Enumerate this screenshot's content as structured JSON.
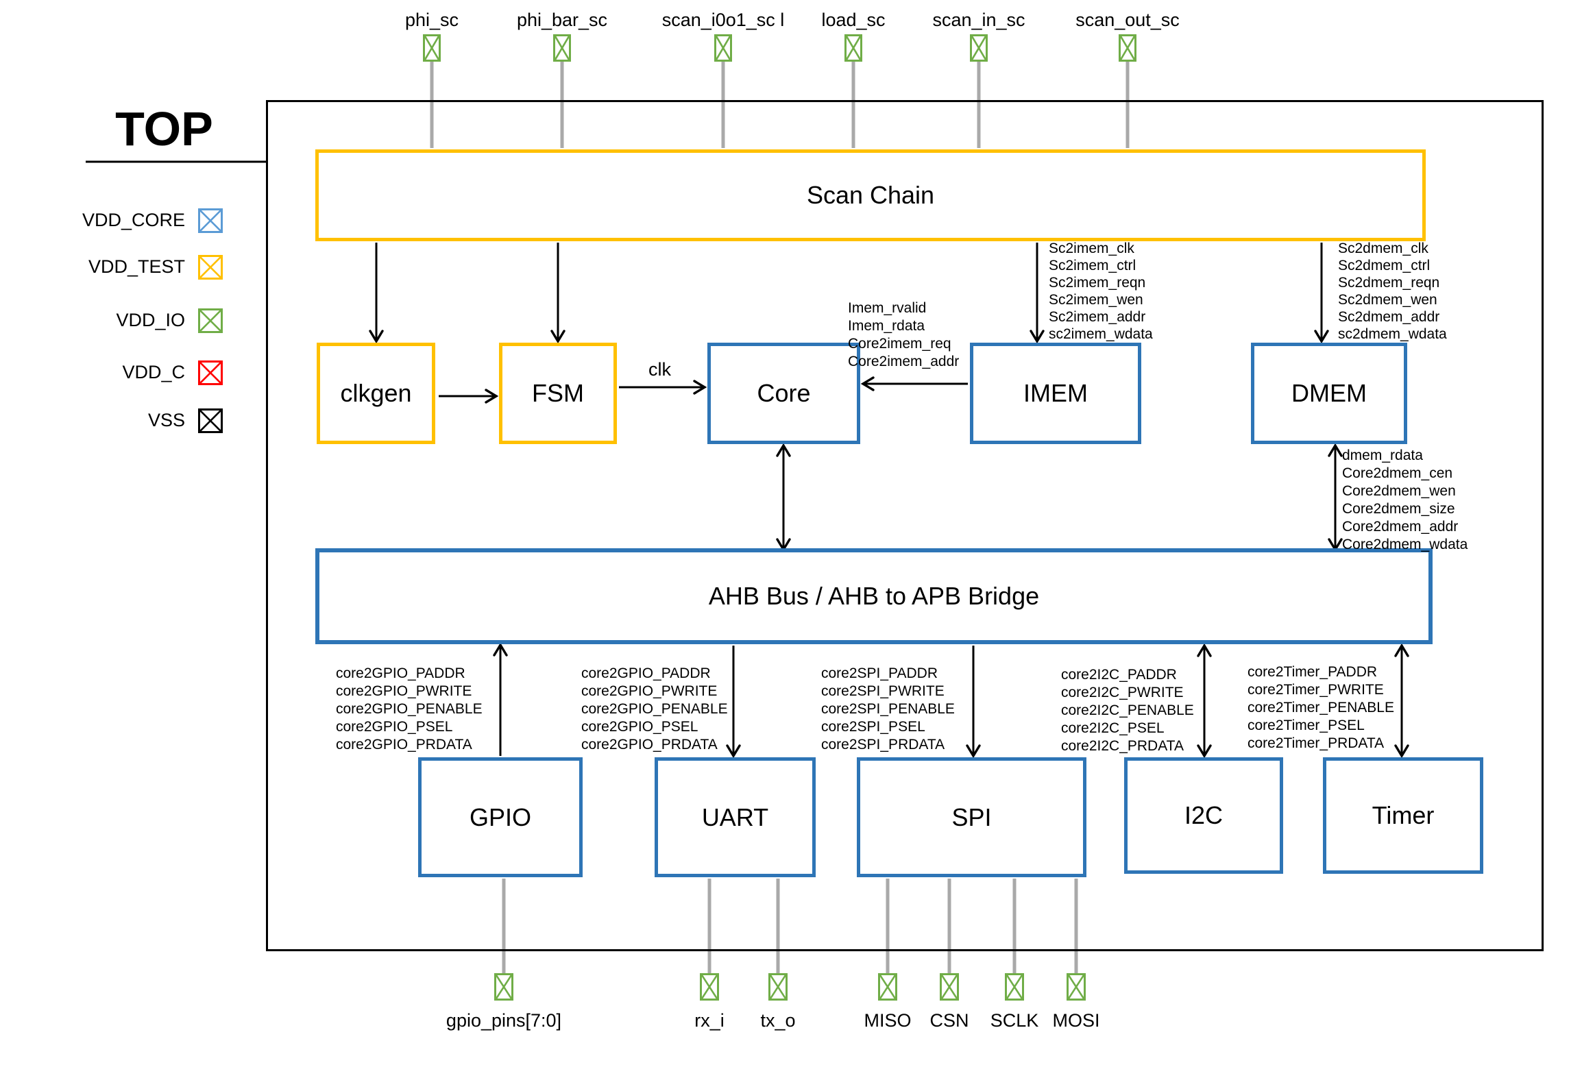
{
  "page": {
    "title": "TOP"
  },
  "legend": {
    "items": [
      {
        "label": "VDD_CORE",
        "color": "#5B9BD5"
      },
      {
        "label": "VDD_TEST",
        "color": "#FFC000"
      },
      {
        "label": "VDD_IO",
        "color": "#70AD47"
      },
      {
        "label": "VDD_C",
        "color": "#FF0000"
      },
      {
        "label": "VSS",
        "color": "#000000"
      }
    ]
  },
  "top_pins": [
    "phi_sc",
    "phi_bar_sc",
    "scan_i0o1_sc l",
    "load_sc",
    "scan_in_sc",
    "scan_out_sc"
  ],
  "bottom_pins": [
    "gpio_pins[7:0]",
    "rx_i",
    "tx_o",
    "MISO",
    "CSN",
    "SCLK",
    "MOSI"
  ],
  "blocks": {
    "scan_chain": "Scan Chain",
    "clkgen": "clkgen",
    "fsm": "FSM",
    "core": "Core",
    "imem": "IMEM",
    "dmem": "DMEM",
    "ahb": "AHB Bus / AHB to APB Bridge",
    "gpio": "GPIO",
    "uart": "UART",
    "spi": "SPI",
    "i2c": "I2C",
    "timer": "Timer"
  },
  "signals": {
    "clk": "clk",
    "sc2imem": [
      "Sc2imem_clk",
      "Sc2imem_ctrl",
      "Sc2imem_reqn",
      "Sc2imem_wen",
      "Sc2imem_addr",
      "sc2imem_wdata"
    ],
    "sc2dmem": [
      "Sc2dmem_clk",
      "Sc2dmem_ctrl",
      "Sc2dmem_reqn",
      "Sc2dmem_wen",
      "Sc2dmem_addr",
      "sc2dmem_wdata"
    ],
    "imem2core": [
      "Imem_rvalid",
      "Imem_rdata",
      "Core2imem_req",
      "Core2imem_addr"
    ],
    "core2dmem": [
      "dmem_rdata",
      "Core2dmem_cen",
      "Core2dmem_wen",
      "Core2dmem_size",
      "Core2dmem_addr",
      "Core2dmem_wdata"
    ],
    "core2gpio": [
      "core2GPIO_PADDR",
      "core2GPIO_PWRITE",
      "core2GPIO_PENABLE",
      "core2GPIO_PSEL",
      "core2GPIO_PRDATA"
    ],
    "core2uart": [
      "core2GPIO_PADDR",
      "core2GPIO_PWRITE",
      "core2GPIO_PENABLE",
      "core2GPIO_PSEL",
      "core2GPIO_PRDATA"
    ],
    "core2spi": [
      "core2SPI_PADDR",
      "core2SPI_PWRITE",
      "core2SPI_PENABLE",
      "core2SPI_PSEL",
      "core2SPI_PRDATA"
    ],
    "core2i2c": [
      "core2I2C_PADDR",
      "core2I2C_PWRITE",
      "core2I2C_PENABLE",
      "core2I2C_PSEL",
      "core2I2C_PRDATA"
    ],
    "core2timer": [
      "core2Timer_PADDR",
      "core2Timer_PWRITE",
      "core2Timer_PENABLE",
      "core2Timer_PSEL",
      "core2Timer_PRDATA"
    ]
  },
  "colors": {
    "block_blue": "#2E75B6",
    "test_yellow": "#FFC000",
    "io_green": "#70AD47",
    "core_blue": "#5B9BD5",
    "c_red": "#FF0000",
    "vss_black": "#000000",
    "wire_gray": "#A9A9A9",
    "arrow_black": "#000000"
  }
}
